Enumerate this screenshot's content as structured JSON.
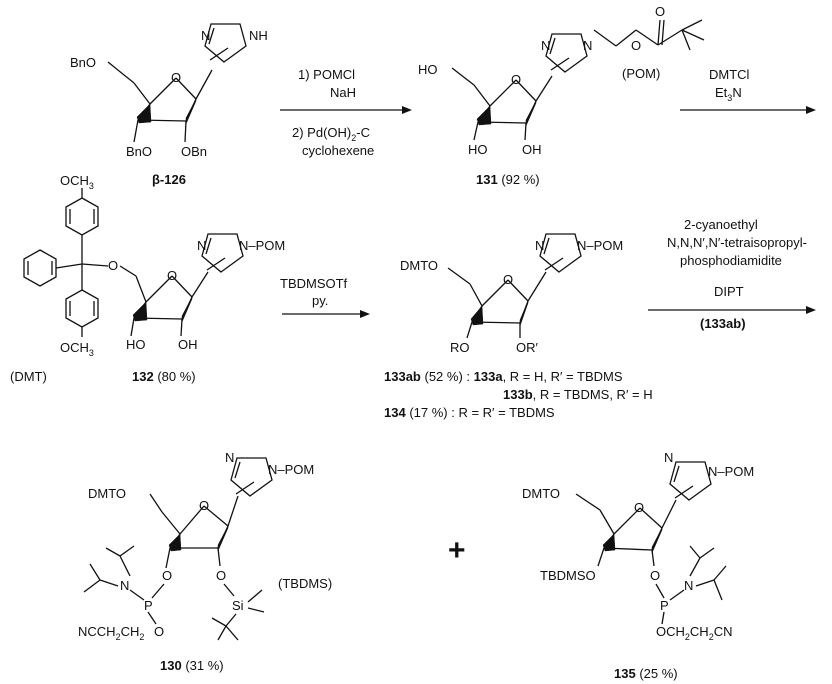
{
  "scheme": {
    "step1": {
      "reagent1": "1) POMCl",
      "reagent2": "NaH",
      "reagent3": "2) Pd(OH)",
      "reagent3_sub": "2",
      "reagent3_tail": "-C",
      "reagent4": "cyclohexene"
    },
    "step2": {
      "reagent1": "DMTCl",
      "reagent2": "Et",
      "reagent2_sub": "3",
      "reagent2_tail": "N"
    },
    "step3": {
      "reagent1": "TBDMSOTf",
      "reagent2": "py."
    },
    "step4": {
      "reagent1": "2-cyanoethyl",
      "reagent2": "N,N,N′,N′-tetraisopropyl-",
      "reagent3": "phosphodiamidite",
      "reagent4": "DIPT",
      "reagent5": "(133ab)"
    },
    "plus": "+"
  },
  "compounds": {
    "c126": {
      "id": "β-126",
      "labels": {
        "bno_top": "BnO",
        "bno_bot": "BnO",
        "obn": "OBn",
        "nh": "NH",
        "n": "N",
        "o": "O"
      }
    },
    "c131": {
      "id": "131",
      "yield": "(92 %)",
      "labels": {
        "ho_top": "HO",
        "ho_bot": "HO",
        "oh": "OH",
        "n1": "N",
        "n2": "N",
        "o": "O",
        "o_ester": "O",
        "o_carbonyl": "O",
        "pom": "(POM)"
      }
    },
    "c132": {
      "id": "132",
      "yield": "(80 %)",
      "labels": {
        "och3_top": "OCH",
        "och3_bot": "OCH",
        "sub3": "3",
        "o_link": "O",
        "ring_o": "O",
        "ho": "HO",
        "oh": "OH",
        "n1": "N",
        "npom": "N–POM",
        "dmt": "(DMT)"
      }
    },
    "c133": {
      "labels": {
        "dmto": "DMTO",
        "ro": "RO",
        "or": "OR′",
        "ring_o": "O",
        "n1": "N",
        "npom": "N–POM"
      },
      "line1_id": "133ab",
      "line1_yield": "(52 %) :",
      "line1_a": "133a",
      "line1_a_text": ", R = H, R′ = TBDMS",
      "line2_b": "133b",
      "line2_b_text": ", R = TBDMS, R′ = H",
      "line3_id": "134",
      "line3_yield": "(17 %) :",
      "line3_text": "R = R′ = TBDMS"
    },
    "c130": {
      "id": "130",
      "yield": "(31 %)",
      "labels": {
        "dmto": "DMTO",
        "n": "N",
        "p": "P",
        "o1": "O",
        "o2": "O",
        "o3": "O",
        "si": "Si",
        "ring_o": "O",
        "nccch": "NCCH",
        "sub2a": "2",
        "ch": "CH",
        "sub2b": "2",
        "o_tail": "O",
        "tbdms": "(TBDMS)",
        "n1": "N",
        "npom": "N–POM"
      }
    },
    "c135": {
      "id": "135",
      "yield": "(25 %)",
      "labels": {
        "dmto": "DMTO",
        "tbdmso": "TBDMSO",
        "o1": "O",
        "p": "P",
        "n": "N",
        "och": "OCH",
        "sub2a": "2",
        "ch": "CH",
        "sub2b": "2",
        "cn": "CN",
        "ring_o": "O",
        "n1": "N",
        "npom": "N–POM"
      }
    }
  }
}
